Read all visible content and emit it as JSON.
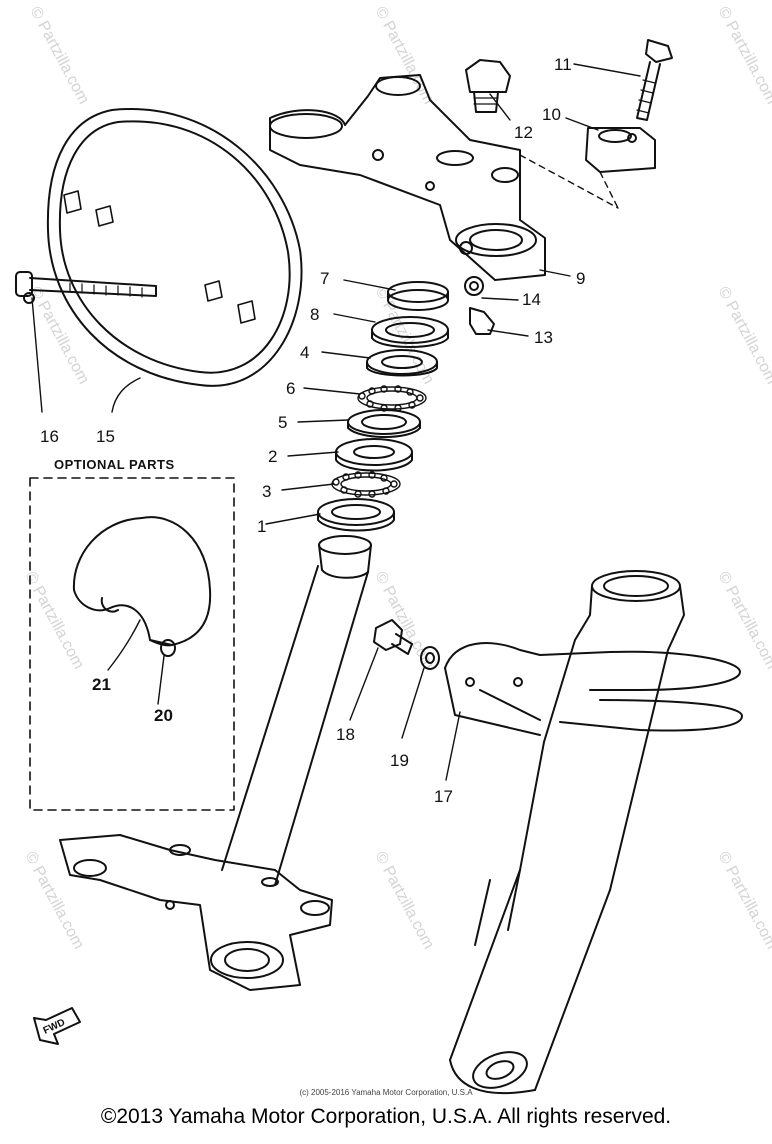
{
  "diagram": {
    "optional_parts_label": "OPTIONAL PARTS",
    "fwd_label": "FWD",
    "watermark": "© Partzilla.com",
    "callouts": [
      "1",
      "2",
      "3",
      "4",
      "5",
      "6",
      "7",
      "8",
      "9",
      "10",
      "11",
      "12",
      "13",
      "14",
      "15",
      "16",
      "17",
      "18",
      "19",
      "20",
      "21"
    ]
  },
  "footer": {
    "small_credit": "(c) 2005-2016 Yamaha Motor Corporation, U.S.A",
    "copyright": "©2013 Yamaha Motor Corporation, U.S.A. All rights reserved."
  }
}
